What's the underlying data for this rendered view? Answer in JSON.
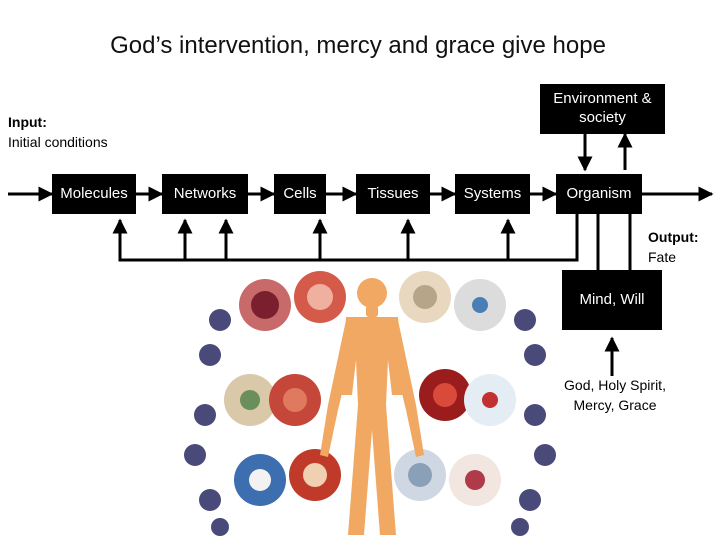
{
  "title": "God’s intervention, mercy and grace give hope",
  "input": {
    "heading": "Input:",
    "text": "Initial conditions"
  },
  "chain": [
    "Molecules",
    "Networks",
    "Cells",
    "Tissues",
    "Systems",
    "Organism"
  ],
  "environment": "Environment & society",
  "output": {
    "heading": "Output:",
    "text": "Fate"
  },
  "mind": "Mind, Will",
  "god": {
    "line1": "God, Holy Spirit,",
    "line2": "Mercy, Grace"
  }
}
